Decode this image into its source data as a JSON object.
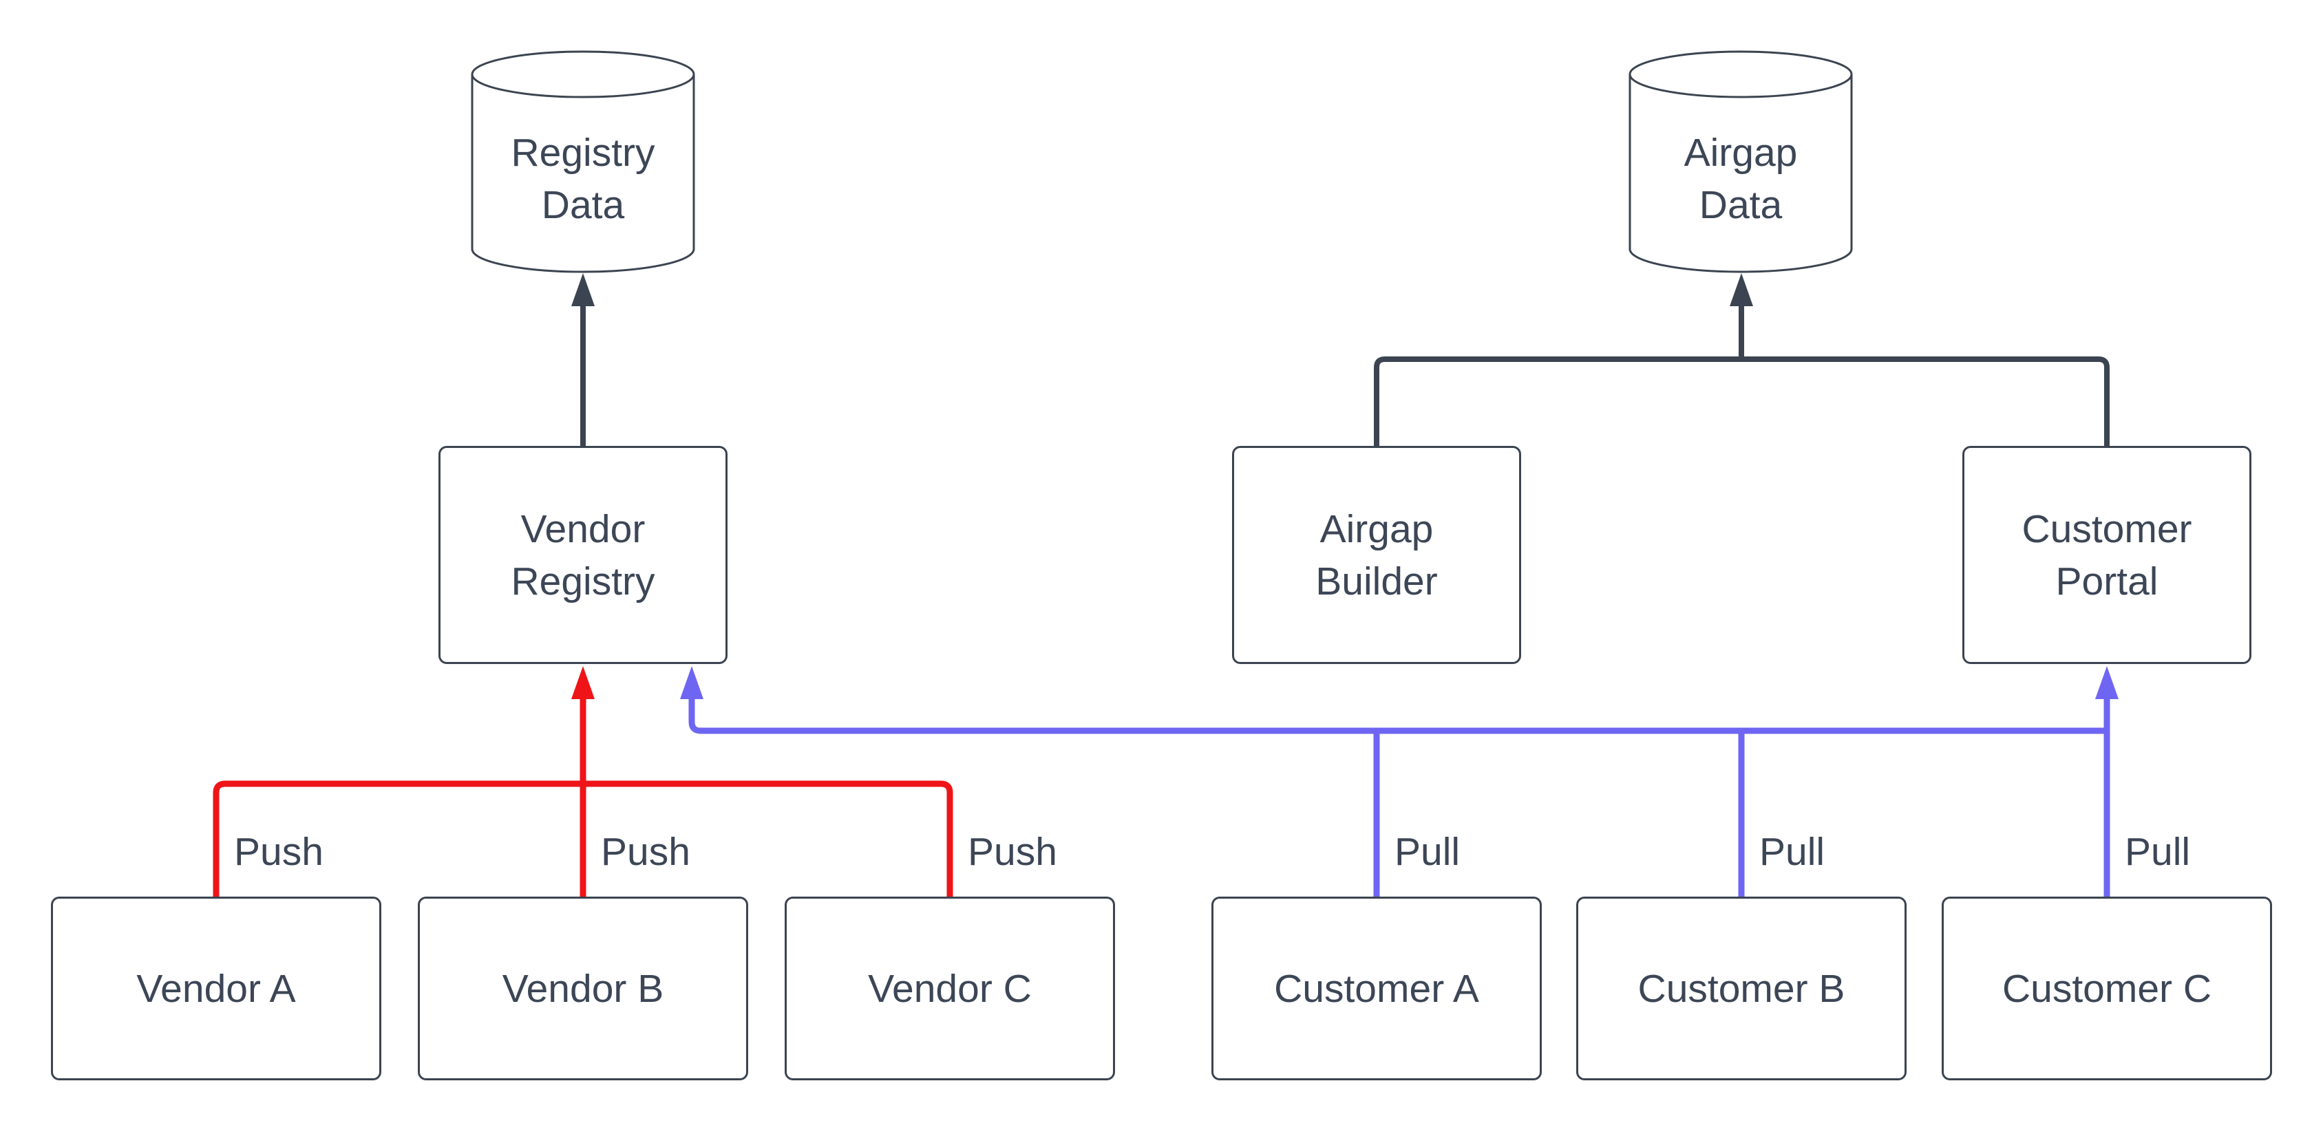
{
  "diagram": {
    "type": "flowchart",
    "background": "#ffffff",
    "colors": {
      "node_border": "#3b4450",
      "node_fill": "#ffffff",
      "text": "#3c4656",
      "default_link": "#3b4450",
      "push_link": "#ee1418",
      "pull_link": "#6e66f2"
    },
    "datastores": [
      {
        "id": "registry-data",
        "label": "Registry Data",
        "line1": "Registry",
        "line2": "Data"
      },
      {
        "id": "airgap-data",
        "label": "Airgap Data",
        "line1": "Airgap",
        "line2": "Data"
      }
    ],
    "services": [
      {
        "id": "vendor-registry",
        "label": "Vendor Registry",
        "line1": "Vendor",
        "line2": "Registry"
      },
      {
        "id": "airgap-builder",
        "label": "Airgap Builder",
        "line1": "Airgap",
        "line2": "Builder"
      },
      {
        "id": "customer-portal",
        "label": "Customer Portal",
        "line1": "Customer",
        "line2": "Portal"
      }
    ],
    "actors": [
      {
        "id": "vendor-a",
        "label": "Vendor A"
      },
      {
        "id": "vendor-b",
        "label": "Vendor B"
      },
      {
        "id": "vendor-c",
        "label": "Vendor C"
      },
      {
        "id": "customer-a",
        "label": "Customer A"
      },
      {
        "id": "customer-b",
        "label": "Customer B"
      },
      {
        "id": "customer-c",
        "label": "Customer C"
      }
    ],
    "edges": [
      {
        "from": "Vendor Registry",
        "to": "Registry Data",
        "label": ""
      },
      {
        "from": "Airgap Builder",
        "to": "Airgap Data",
        "label": ""
      },
      {
        "from": "Customer Portal",
        "to": "Airgap Data",
        "label": ""
      },
      {
        "from": "Vendor A",
        "to": "Vendor Registry",
        "label": "Push"
      },
      {
        "from": "Vendor B",
        "to": "Vendor Registry",
        "label": "Push"
      },
      {
        "from": "Vendor C",
        "to": "Vendor Registry",
        "label": "Push"
      },
      {
        "from": "Customer A",
        "to": "Vendor Registry & Customer Portal",
        "label": "Pull"
      },
      {
        "from": "Customer B",
        "to": "Vendor Registry & Customer Portal",
        "label": "Pull"
      },
      {
        "from": "Customer C",
        "to": "Vendor Registry & Customer Portal",
        "label": "Pull"
      }
    ]
  }
}
